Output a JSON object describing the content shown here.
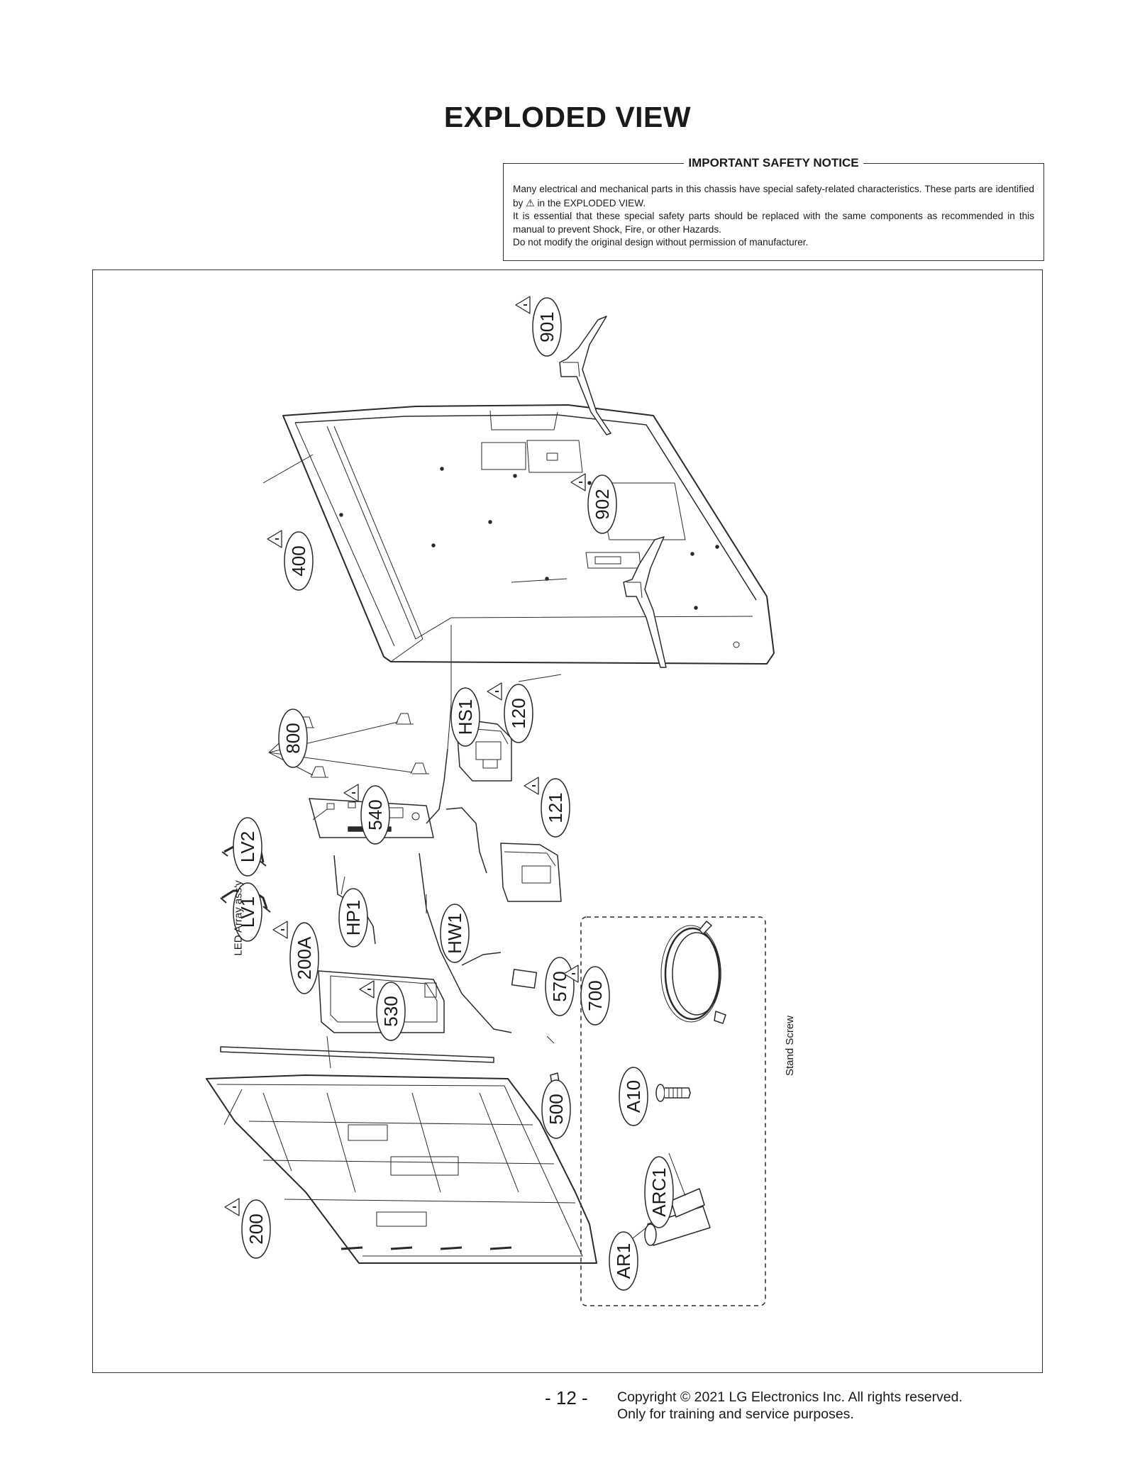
{
  "page": {
    "title": "EXPLODED VIEW",
    "page_number": "- 12 -",
    "copyright_line1": "Copyright © 2021 LG Electronics Inc. All rights reserved.",
    "copyright_line2": "Only for training and service purposes."
  },
  "notice": {
    "title": "IMPORTANT SAFETY NOTICE",
    "line1_prefix": "Many electrical and mechanical parts in this chassis have special safety-related characteristics. These parts are identified by",
    "line1_suffix": "in the EXPLODED VIEW.",
    "line2": "It is essential that these special safety parts should be replaced with the same components as recommended in this manual to prevent Shock, Fire, or other Hazards.",
    "line3": "Do not modify the original design without permission of manufacturer."
  },
  "parts": [
    {
      "id": "901",
      "safety": true
    },
    {
      "id": "902",
      "safety": true
    },
    {
      "id": "400",
      "safety": true
    },
    {
      "id": "120",
      "safety": true
    },
    {
      "id": "HS1",
      "safety": false
    },
    {
      "id": "800",
      "safety": false
    },
    {
      "id": "121",
      "safety": true
    },
    {
      "id": "540",
      "safety": true
    },
    {
      "id": "LV2",
      "safety": false
    },
    {
      "id": "LV1",
      "safety": false
    },
    {
      "id": "HP1",
      "safety": false
    },
    {
      "id": "HW1",
      "safety": false
    },
    {
      "id": "570",
      "safety": false
    },
    {
      "id": "200A",
      "safety": true
    },
    {
      "id": "530",
      "safety": true
    },
    {
      "id": "700",
      "safety": true
    },
    {
      "id": "A10",
      "safety": false
    },
    {
      "id": "500",
      "safety": false
    },
    {
      "id": "ARC1",
      "safety": false
    },
    {
      "id": "AR1",
      "safety": false
    },
    {
      "id": "200",
      "safety": true
    }
  ],
  "annotations": {
    "led_array": "LED Array ass'y",
    "stand_screw": "Stand Screw"
  },
  "colors": {
    "line": "#2a2a2a",
    "border": "#333333"
  }
}
